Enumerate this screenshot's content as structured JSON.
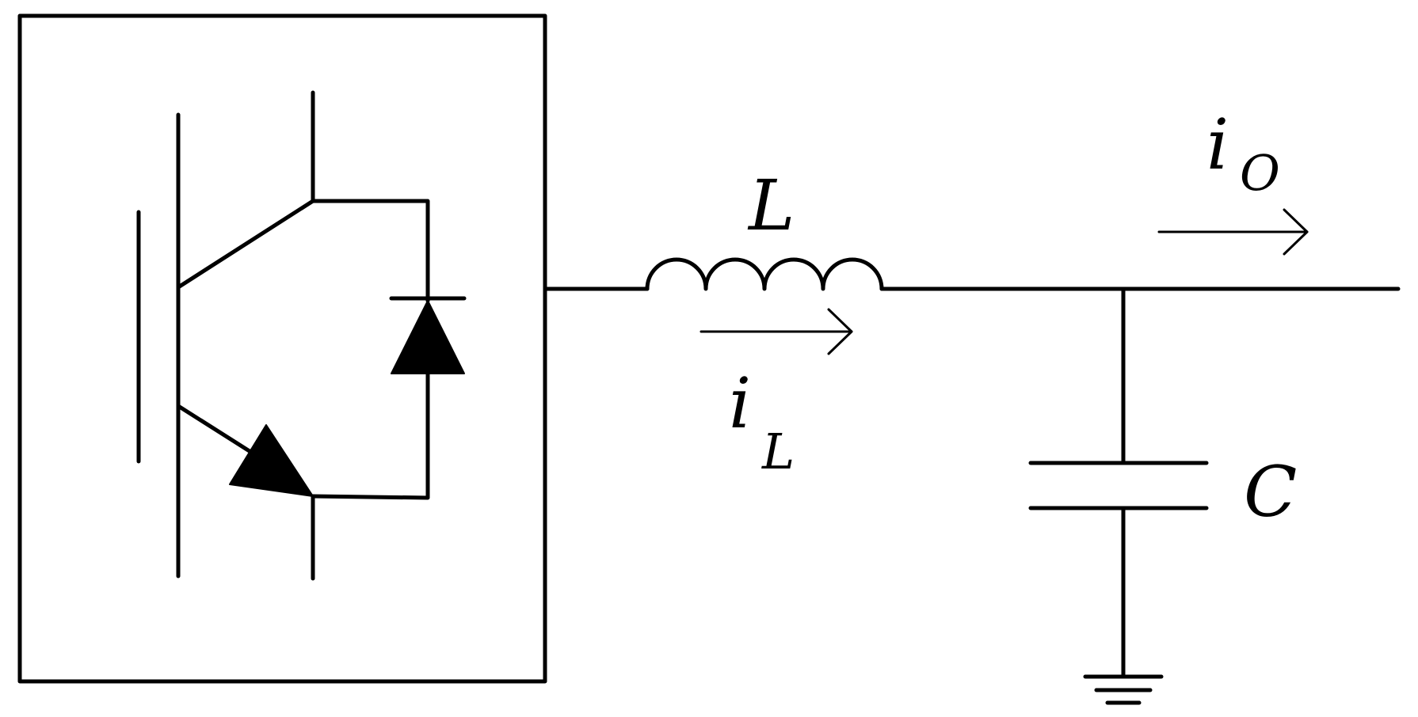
{
  "labels": {
    "inductor": "L",
    "capacitor": "C",
    "inductor_current_main": "i",
    "inductor_current_sub": "L",
    "output_current_main": "i",
    "output_current_sub": "O"
  }
}
